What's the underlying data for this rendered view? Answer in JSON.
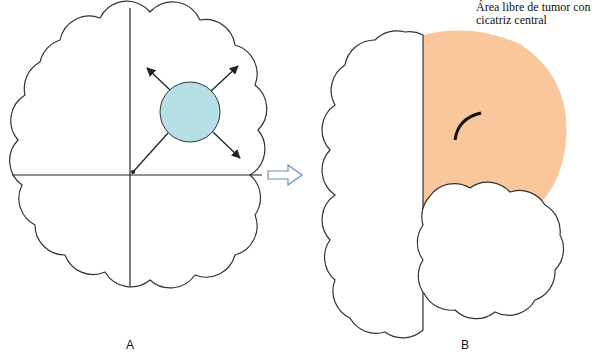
{
  "diagram": {
    "labels": [
      "Área libre de tumor con cicatriz central",
      "A",
      "B"
    ]
  }
}
